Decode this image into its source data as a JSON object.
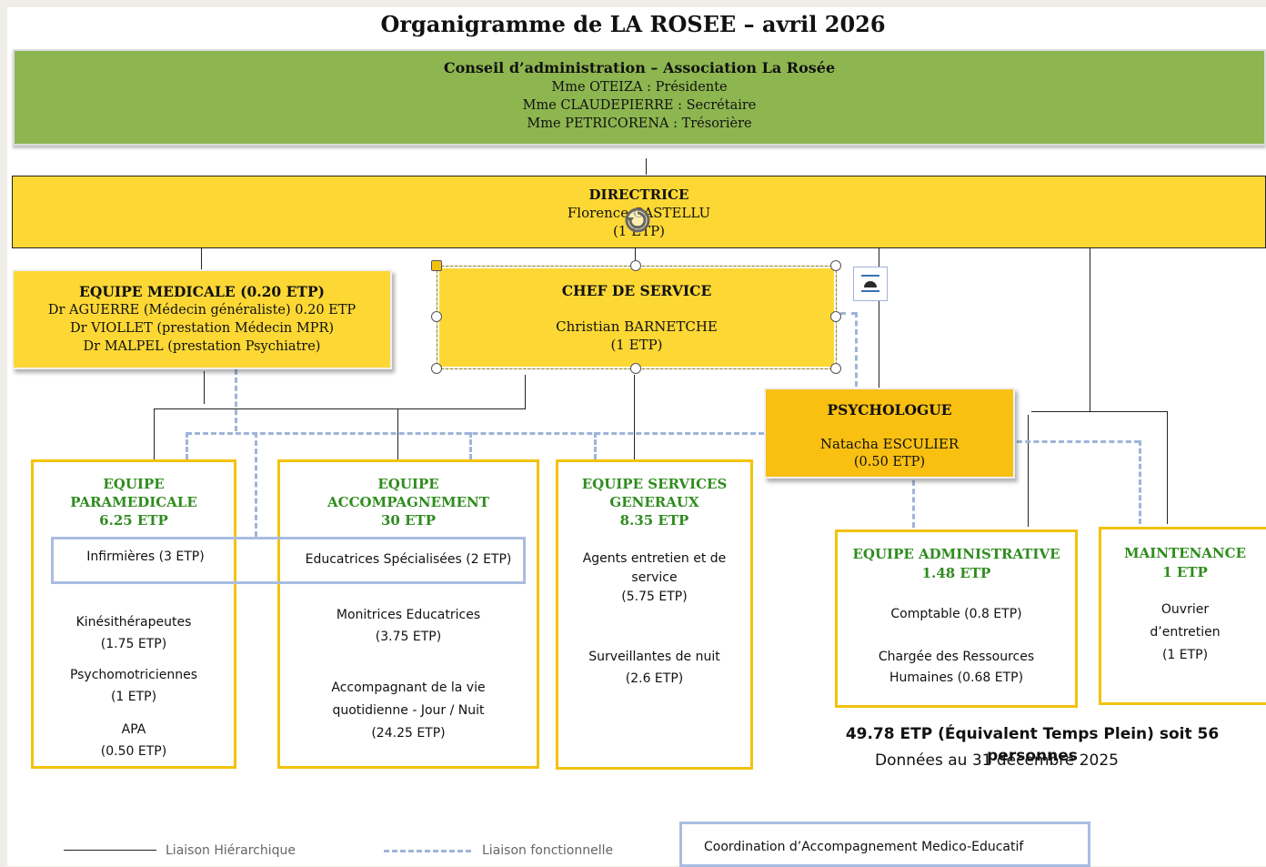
{
  "title": "Organigramme de LA ROSEE – avril 2026",
  "conseil": {
    "heading": "Conseil d’administration – Association La Rosée",
    "lines": [
      "Mme OTEIZA : Présidente",
      "Mme CLAUDEPIERRE : Secrétaire",
      "Mme PETRICORENA : Trésorière"
    ]
  },
  "directrice": {
    "heading": "DIRECTRICE",
    "line1": "Florence CASTELLU",
    "line2": "(1 ETP)"
  },
  "medicale": {
    "heading": "EQUIPE MEDICALE (0.20 ETP)",
    "lines": [
      "Dr AGUERRE (Médecin généraliste) 0.20 ETP",
      "Dr VIOLLET (prestation Médecin MPR)",
      "Dr MALPEL (prestation Psychiatre)"
    ]
  },
  "chef": {
    "heading": "CHEF DE SERVICE",
    "line1": "Christian BARNETCHE",
    "line2": "(1 ETP)"
  },
  "psychologue": {
    "heading": "PSYCHOLOGUE",
    "line1": "Natacha ESCULIER",
    "line2": "(0.50 ETP)"
  },
  "paramedicale": {
    "h1": "EQUIPE",
    "h2": "PARAMEDICALE",
    "h3": "6.25 ETP",
    "infirmieres": "Infirmières (3 ETP)",
    "kine1": "Kinésithérapeutes",
    "kine2": "(1.75 ETP)",
    "psychomot1": "Psychomotriciennes",
    "psychomot2": "(1 ETP)",
    "apa1": "APA",
    "apa2": "(0.50 ETP)"
  },
  "accompagnement": {
    "h1": "EQUIPE",
    "h2": "ACCOMPAGNEMENT",
    "h3": "30 ETP",
    "educ": "Educatrices Spécialisées (2 ETP)",
    "monit1": "Monitrices Educatrices",
    "monit2": "(3.75 ETP)",
    "avq1": "Accompagnant de la vie",
    "avq2": "quotidienne - Jour / Nuit",
    "avq3": "(24.25 ETP)"
  },
  "services": {
    "h1": "EQUIPE SERVICES",
    "h2": "GENERAUX",
    "h3": "8.35 ETP",
    "agents1": "Agents entretien et de",
    "agents2": "service",
    "agents3": "(5.75 ETP)",
    "surv1": "Surveillantes de nuit",
    "surv2": "(2.6 ETP)"
  },
  "administrative": {
    "h1": "EQUIPE ADMINISTRATIVE",
    "h2": "1.48 ETP",
    "comptable": "Comptable (0.8 ETP)",
    "rh1": "Chargée des Ressources",
    "rh2": "Humaines (0.68 ETP)"
  },
  "maintenance": {
    "h1": "MAINTENANCE",
    "h2": "1 ETP",
    "l1": "Ouvrier",
    "l2": "d’entretien",
    "l3": "(1 ETP)"
  },
  "totals": {
    "etp": "49.78 ETP (Équivalent Temps Plein) soit 56 personnes",
    "date": "Données au 31 décembre 2025"
  },
  "legend": {
    "hier": "Liaison Hiérarchique",
    "fonc": "Liaison fonctionnelle",
    "coord": "Coordination d’Accompagnement Medico-Educatif"
  },
  "colors": {
    "green_box": "#8db650",
    "yellow_box": "#fdd835",
    "orange_box": "#f9c012",
    "border_yellow": "#f3c20e",
    "dash_blue": "#9fb4d9",
    "text_green": "#2f8c1e"
  }
}
